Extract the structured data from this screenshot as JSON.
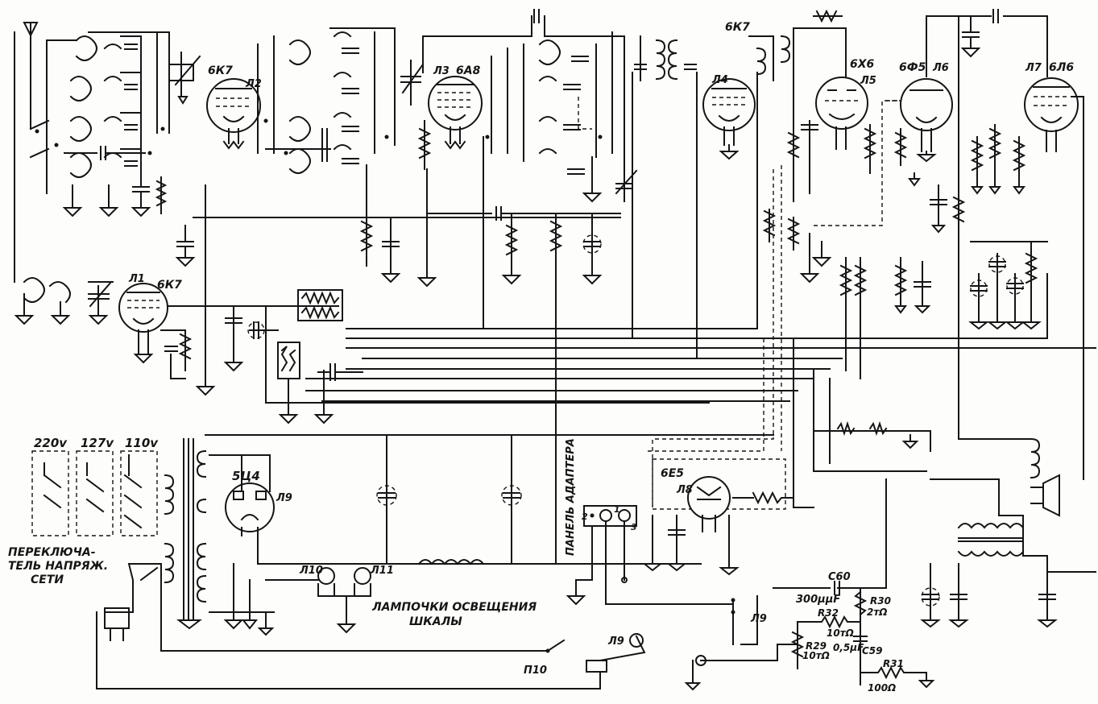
{
  "tubes": {
    "l1": {
      "ref": "Л1",
      "type": "6К7"
    },
    "l2": {
      "ref": "Л2",
      "type": "6К7"
    },
    "l3": {
      "ref": "Л3",
      "type": "6А8"
    },
    "l4": {
      "ref": "Л4",
      "type": "6К7"
    },
    "l5": {
      "ref": "Л5",
      "type": "6Х6"
    },
    "l6": {
      "ref": "Л6",
      "type": "6Ф5"
    },
    "l7": {
      "ref": "Л7",
      "type": "6Л6"
    },
    "l8": {
      "ref": "Л8",
      "type": "6Е5"
    },
    "l9": {
      "ref": "Л9",
      "type": "5Ц4"
    }
  },
  "voltage_selector": {
    "v220": "220v",
    "v127": "127v",
    "v110": "110v",
    "caption_line1": "ПЕРЕКЛЮЧА-",
    "caption_line2": "ТЕЛЬ НАПРЯЖ.",
    "caption_line3": "СЕТИ"
  },
  "dial_lamps": {
    "l10": "Л10",
    "l11": "Л11",
    "caption_line1": "ЛАМПОЧКИ ОСВЕЩЕНИЯ",
    "caption_line2": "ШКАЛЫ"
  },
  "adapter_panel": {
    "caption": "ПАНЕЛЬ АДАПТЕРА",
    "pin1": "1",
    "pin2": "2",
    "pin3": "3"
  },
  "components": {
    "c60": "C60",
    "c60_value": "300μμF",
    "r30": "R30",
    "r30_value": "2тΩ",
    "r32": "R32",
    "r32_value": "10тΩ",
    "r29": "R29",
    "r29_value": "10тΩ",
    "c_value": "0,5μF",
    "c59": "C59",
    "r31": "R31",
    "r31_value": "100Ω",
    "p9": "Л9",
    "l9_switch": "Л9",
    "p10": "П10"
  }
}
